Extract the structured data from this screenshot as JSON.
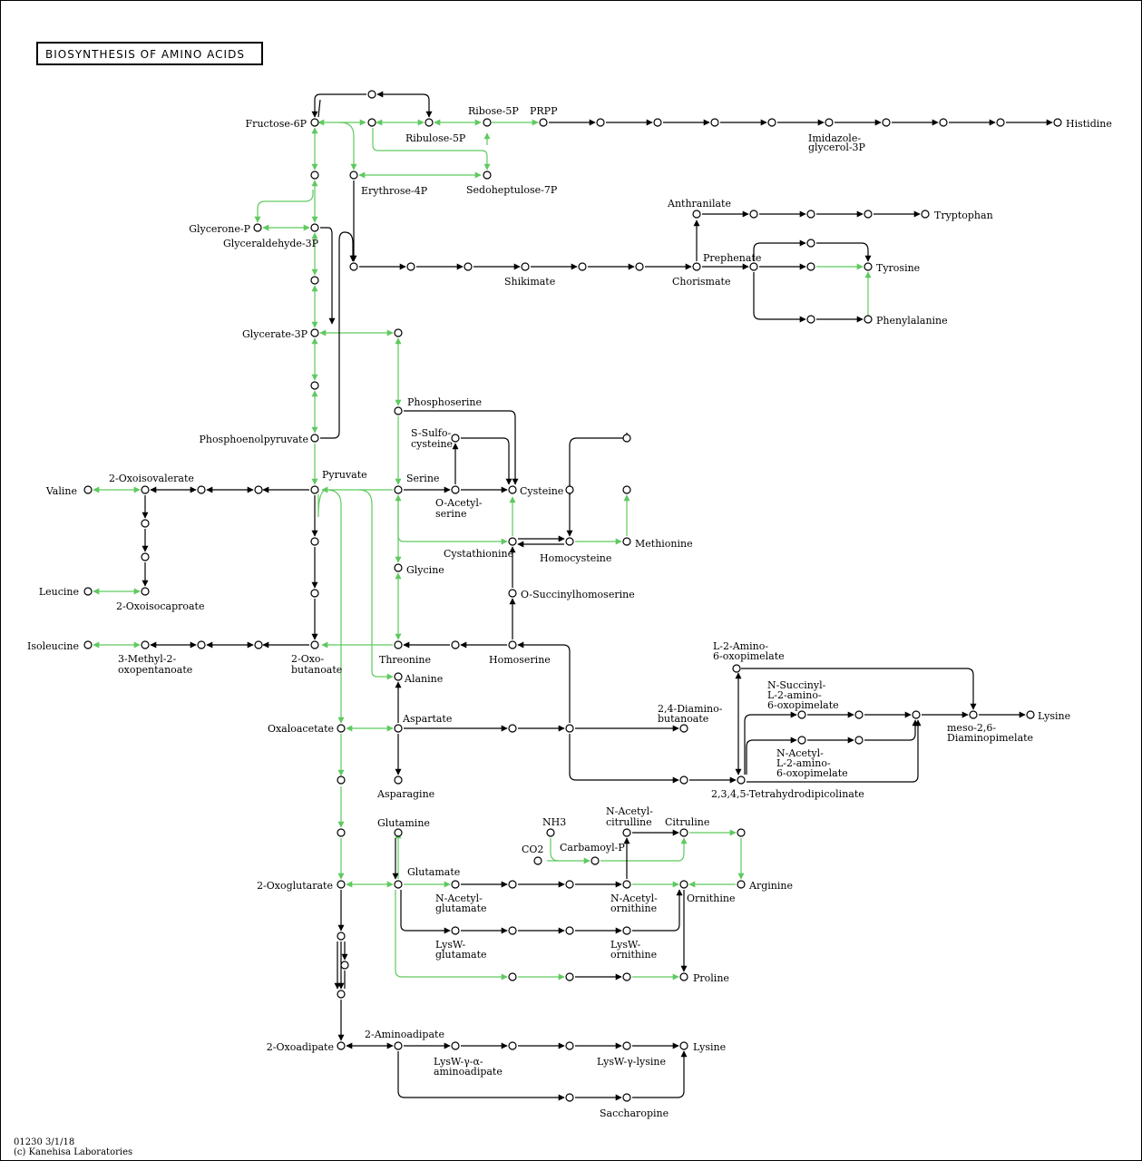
{
  "title": "BIOSYNTHESIS OF AMINO ACIDS",
  "footer": {
    "id_date": "01230 3/1/18",
    "copyright": "(c) Kanehisa Laboratories"
  },
  "colors": {
    "green": "#5fc95f",
    "black": "#000000"
  },
  "labels": {
    "fructose6p": "Fructose-6P",
    "ribose5p": "Ribose-5P",
    "prpp": "PRPP",
    "ribulose5p": "Ribulose-5P",
    "histidine": "Histidine",
    "imidazole1": "Imidazole-",
    "imidazole2": "glycerol-3P",
    "erythrose4p": "Erythrose-4P",
    "sedoheptulose7p": "Sedoheptulose-7P",
    "anthranilate": "Anthranilate",
    "tryptophan": "Tryptophan",
    "glyceroneP": "Glycerone-P",
    "glyceraldehyde3p": "Glyceraldehyde-3P",
    "prephenate": "Prephenate",
    "tyrosine": "Tyrosine",
    "shikimate": "Shikimate",
    "chorismate": "Chorismate",
    "phenylalanine": "Phenylalanine",
    "glycerate3p": "Glycerate-3P",
    "phosphoserine": "Phosphoserine",
    "sSulfo1": "S-Sulfo-",
    "sSulfo2": "cysteine",
    "phosphoenolpyruvate": "Phosphoenolpyruvate",
    "oxoisovalerate": "2-Oxoisovalerate",
    "pyruvate": "Pyruvate",
    "serine": "Serine",
    "valine": "Valine",
    "cysteine": "Cysteine",
    "oAcetyl1": "O-Acetyl-",
    "oAcetyl2": "serine",
    "methionine": "Methionine",
    "cystathionine": "Cystathionine",
    "homocysteine": "Homocysteine",
    "glycine": "Glycine",
    "leucine": "Leucine",
    "oxoisocaproate": "2-Oxoisocaproate",
    "oSuccinylhomoserine": "O-Succinylhomoserine",
    "isoleucine": "Isoleucine",
    "methyl1": "3-Methyl-2-",
    "methyl2": "oxopentanoate",
    "oxobut1": "2-Oxo-",
    "oxobut2": "butanoate",
    "threonine": "Threonine",
    "homoserine": "Homoserine",
    "l2amino1": "L-2-Amino-",
    "l2amino2": "6-oxopimelate",
    "alanine": "Alanine",
    "nSucc1": "N-Succinyl-",
    "nSucc2": "L-2-amino-",
    "nSucc3": "6-oxopimelate",
    "diaminobut1": "2,4-Diamino-",
    "diaminobut2": "butanoate",
    "aspartate": "Aspartate",
    "oxaloacetate": "Oxaloacetate",
    "lysine1": "Lysine",
    "meso1": "meso-2,6-",
    "meso2": "Diaminopimelate",
    "nAcetylL1": "N-Acetyl-",
    "nAcetylL2": "L-2-amino-",
    "nAcetylL3": "6-oxopimelate",
    "asparagine": "Asparagine",
    "tetrahydro": "2,3,4,5-Tetrahydrodipicolinate",
    "nAcCit1": "N-Acetyl-",
    "nAcCit2": "citrulline",
    "glutamine": "Glutamine",
    "nh3": "NH3",
    "citruline": "Citruline",
    "co2": "CO2",
    "carbamoylP": "Carbamoyl-P",
    "glutamate": "Glutamate",
    "oxoglutarate": "2-Oxoglutarate",
    "arginine": "Arginine",
    "nAcGlu1": "N-Acetyl-",
    "nAcGlu2": "glutamate",
    "nAcOrn1": "N-Acetyl-",
    "nAcOrn2": "ornithine",
    "ornithine": "Ornithine",
    "lysWglu1": "LysW-",
    "lysWglu2": "glutamate",
    "lysWorn1": "LysW-",
    "lysWorn2": "ornithine",
    "proline": "Proline",
    "aminoadipate": "2-Aminoadipate",
    "oxoadipate": "2-Oxoadipate",
    "lysine2": "Lysine",
    "lysWyA1": "LysW-γ-α-",
    "lysWyA2": "aminoadipate",
    "lysWyLys": "LysW-γ-lysine",
    "saccharopine": "Saccharopine"
  }
}
